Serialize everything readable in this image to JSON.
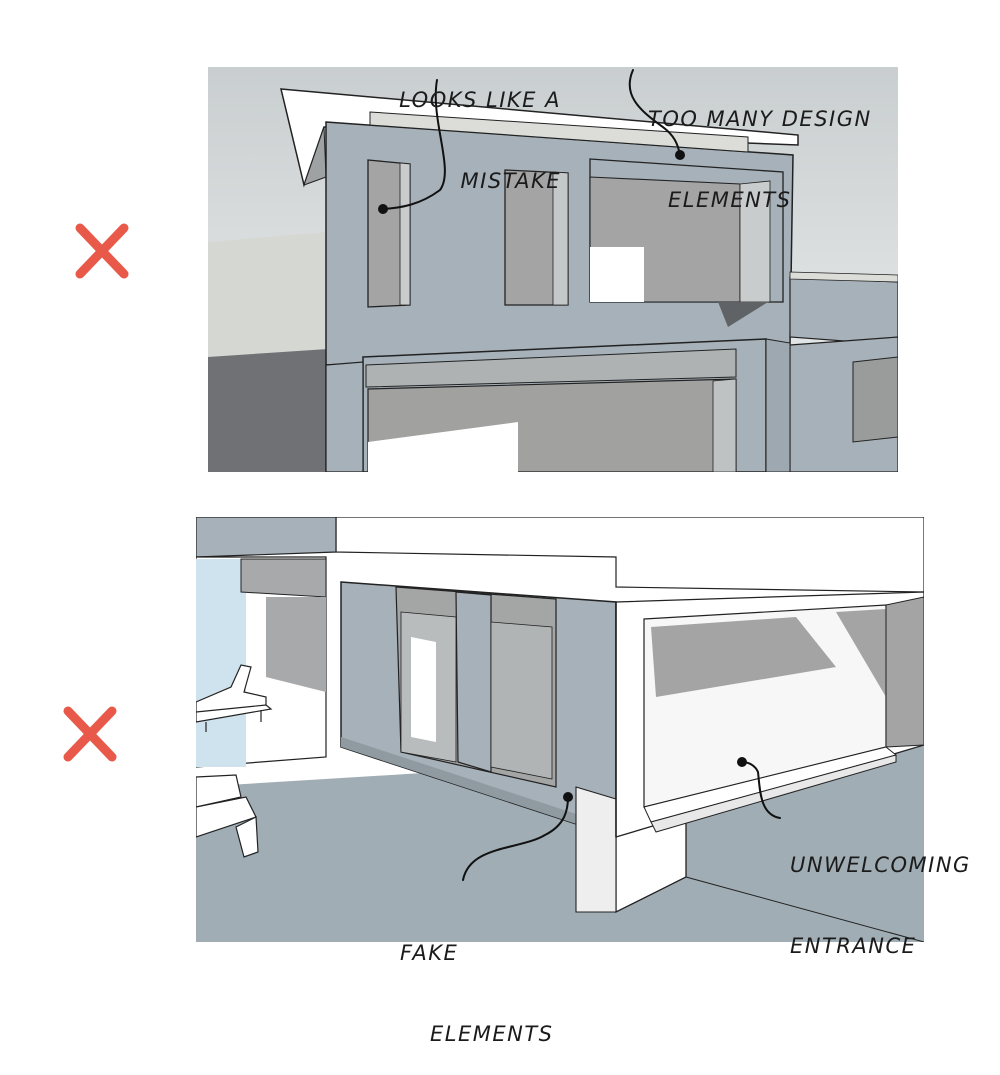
{
  "annotations": {
    "looks_like_mistake": [
      "LOOKS LIKE A",
      "MISTAKE"
    ],
    "too_many_design_elements": [
      "TOO MANY DESIGN",
      "ELEMENTS"
    ],
    "unwelcoming_entrance": [
      "UNWELCOMING",
      "ENTRANCE"
    ],
    "fake_elements": [
      "FAKE",
      "ELEMENTS"
    ]
  },
  "colors": {
    "cross": "#e8594a",
    "wall_blue_grey": "#a6b1b9",
    "shadow_grey": "#9fa1a2",
    "ground": "#a0adb4",
    "sky": "#dfe3e2",
    "ink": "#1b1b1b"
  },
  "icons": {
    "top": "cross-mark-icon",
    "bottom": "cross-mark-icon"
  }
}
